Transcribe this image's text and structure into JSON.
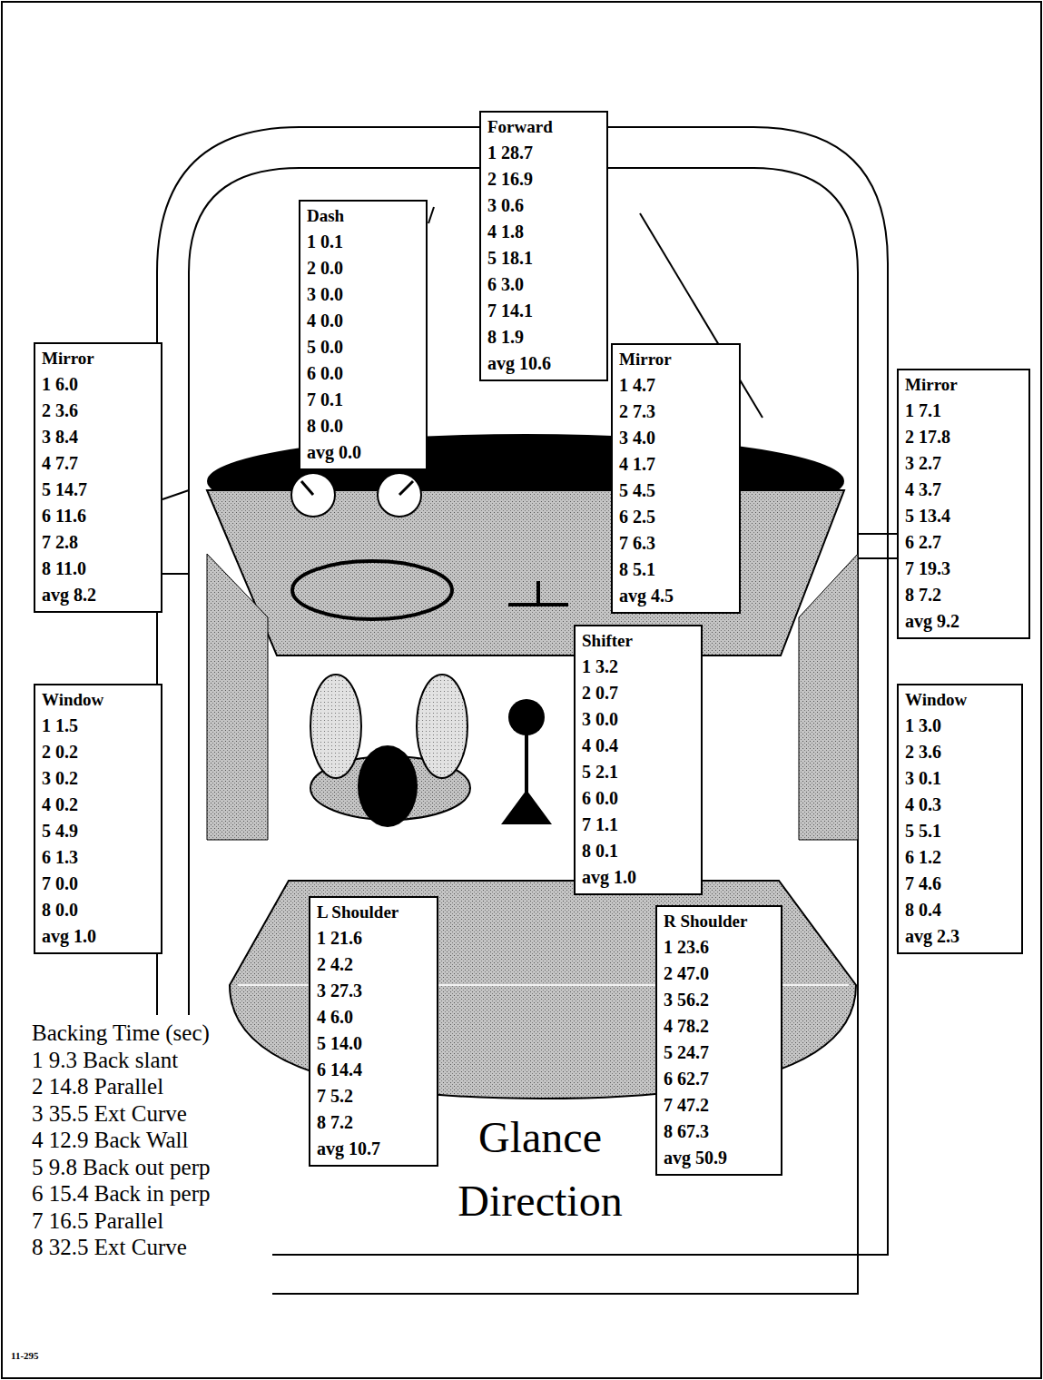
{
  "diagram": {
    "title": "Glance Direction",
    "nodes": [
      {
        "text": [
          "Forward",
          "1 28.7",
          "2 16.9",
          "3 0.6",
          "4 1.8",
          "5 18.1",
          "6 3.0",
          "7 14.1",
          "8 1.9",
          "avg 10.6"
        ]
      },
      {
        "text": [
          "Dash",
          "1 0.1",
          "2 0.0",
          "3 0.0",
          "4 0.0",
          "5 0.0",
          "6 0.0",
          "7 0.1",
          "8 0.0",
          "avg 0.0"
        ]
      },
      {
        "text": [
          "Mirror",
          "1 6.0",
          "2 3.6",
          "3 8.4",
          "4 7.7",
          "5 14.7",
          "6 11.6",
          "7 2.8",
          "8 11.0",
          "avg 8.2"
        ]
      },
      {
        "text": [
          "Mirror",
          "1 4.7",
          "2 7.3",
          "3 4.0",
          "4 1.7",
          "5 4.5",
          "6 2.5",
          "7 6.3",
          "8 5.1",
          "avg 4.5"
        ]
      },
      {
        "text": [
          "Mirror",
          "1 7.1",
          "2 17.8",
          "3 2.7",
          "4 3.7",
          "5 13.4",
          "6 2.7",
          "7 19.3",
          "8 7.2",
          "avg 9.2"
        ]
      },
      {
        "text": [
          "Shifter",
          "1 3.2",
          "2 0.7",
          "3 0.0",
          "4 0.4",
          "5 2.1",
          "6 0.0",
          "7 1.1",
          "8 0.1",
          "avg 1.0"
        ]
      },
      {
        "text": [
          "Window",
          "1 1.5",
          "2 0.2",
          "3 0.2",
          "4 0.2",
          "5 4.9",
          "6 1.3",
          "7 0.0",
          "8 0.0",
          "avg 1.0"
        ]
      },
      {
        "text": [
          "Window",
          "1 3.0",
          "2 3.6",
          "3 0.1",
          "4 0.3",
          "5 5.1",
          "6 1.2",
          "7 4.6",
          "8 0.4",
          "avg 2.3"
        ]
      },
      {
        "text": [
          "L Shoulder",
          "1 21.6",
          "2 4.2",
          "3 27.3",
          "4 6.0",
          "5 14.0",
          "6 14.4",
          "7 5.2",
          "8 7.2",
          "avg 10.7"
        ]
      },
      {
        "text": [
          "R Shoulder",
          "1 23.6",
          "2 47.0",
          "3 56.2",
          "4 78.2",
          "5 24.7",
          "6 62.7",
          "7 47.2",
          "8 67.3",
          "avg 50.9"
        ]
      }
    ],
    "labels": [
      "Backing Time (sec)",
      "1 9.3 Back slant",
      "2 14.8 Parallel",
      "3 35.5 Ext Curve",
      "4 12.9 Back Wall",
      "5 9.8 Back out perp",
      "6 15.4 Back in perp",
      "7 16.5 Parallel",
      "8 32.5 Ext Curve",
      "11-295"
    ]
  }
}
